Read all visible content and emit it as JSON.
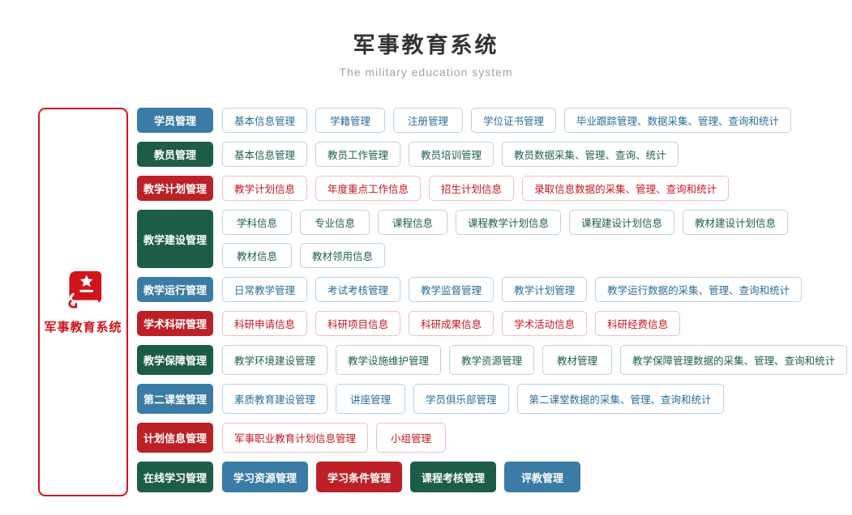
{
  "header": {
    "title": "军事教育系统",
    "subtitle": "The military education system"
  },
  "root": {
    "label": "军事教育系统",
    "icon": "book-star-icon",
    "color": "#d2131c"
  },
  "palette": {
    "blue": {
      "solid": "#3a7ca5",
      "text": "#2c6e98",
      "border": "#bcd4e4"
    },
    "green": {
      "solid": "#1d5c49",
      "text": "#20604c",
      "border": "#c2d6cf"
    },
    "red": {
      "solid": "#bd2026",
      "text": "#c8161d",
      "border": "#f2bfbf"
    }
  },
  "rows": [
    {
      "category": {
        "label": "学员管理",
        "color": "blue"
      },
      "items": [
        {
          "label": "基本信息管理",
          "color": "blue",
          "variant": "outline"
        },
        {
          "label": "学籍管理",
          "color": "blue",
          "variant": "outline"
        },
        {
          "label": "注册管理",
          "color": "blue",
          "variant": "outline"
        },
        {
          "label": "学位证书管理",
          "color": "blue",
          "variant": "outline"
        },
        {
          "label": "毕业跟踪管理、数据采集、管理、查询和统计",
          "color": "blue",
          "variant": "outline"
        }
      ]
    },
    {
      "category": {
        "label": "教员管理",
        "color": "green"
      },
      "items": [
        {
          "label": "基本信息管理",
          "color": "green",
          "variant": "outline"
        },
        {
          "label": "教员工作管理",
          "color": "green",
          "variant": "outline"
        },
        {
          "label": "教员培训管理",
          "color": "green",
          "variant": "outline"
        },
        {
          "label": "教员数据采集、管理、查询、统计",
          "color": "green",
          "variant": "outline"
        }
      ]
    },
    {
      "category": {
        "label": "教学计划管理",
        "color": "red"
      },
      "items": [
        {
          "label": "教学计划信息",
          "color": "red",
          "variant": "outline"
        },
        {
          "label": "年度重点工作信息",
          "color": "red",
          "variant": "outline"
        },
        {
          "label": "招生计划信息",
          "color": "red",
          "variant": "outline"
        },
        {
          "label": "录取信息数据的采集、管理、查询和统计",
          "color": "red",
          "variant": "outline"
        }
      ]
    },
    {
      "category": {
        "label": "教学建设管理",
        "color": "green"
      },
      "items": [
        {
          "label": "学科信息",
          "color": "green",
          "variant": "outline"
        },
        {
          "label": "专业信息",
          "color": "green",
          "variant": "outline"
        },
        {
          "label": "课程信息",
          "color": "green",
          "variant": "outline"
        },
        {
          "label": "课程教学计划信息",
          "color": "green",
          "variant": "outline"
        },
        {
          "label": "课程建设计划信息",
          "color": "green",
          "variant": "outline"
        },
        {
          "label": "教材建设计划信息",
          "color": "green",
          "variant": "outline"
        },
        {
          "label": "教材信息",
          "color": "green",
          "variant": "outline"
        },
        {
          "label": "教材领用信息",
          "color": "green",
          "variant": "outline"
        }
      ]
    },
    {
      "category": {
        "label": "教学运行管理",
        "color": "blue"
      },
      "items": [
        {
          "label": "日常教学管理",
          "color": "blue",
          "variant": "outline"
        },
        {
          "label": "考试考核管理",
          "color": "blue",
          "variant": "outline"
        },
        {
          "label": "教学监督管理",
          "color": "blue",
          "variant": "outline"
        },
        {
          "label": "教学计划管理",
          "color": "blue",
          "variant": "outline"
        },
        {
          "label": "教学运行数据的采集、管理、查询和统计",
          "color": "blue",
          "variant": "outline"
        }
      ]
    },
    {
      "category": {
        "label": "学术科研管理",
        "color": "red"
      },
      "items": [
        {
          "label": "科研申请信息",
          "color": "red",
          "variant": "outline"
        },
        {
          "label": "科研项目信息",
          "color": "red",
          "variant": "outline"
        },
        {
          "label": "科研成果信息",
          "color": "red",
          "variant": "outline"
        },
        {
          "label": "学术活动信息",
          "color": "red",
          "variant": "outline"
        },
        {
          "label": "科研经费信息",
          "color": "red",
          "variant": "outline"
        }
      ]
    },
    {
      "category": {
        "label": "教学保障管理",
        "color": "green"
      },
      "items": [
        {
          "label": "教学环境建设管理",
          "color": "green",
          "variant": "outline"
        },
        {
          "label": "教学设施维护管理",
          "color": "green",
          "variant": "outline"
        },
        {
          "label": "教学资源管理",
          "color": "green",
          "variant": "outline"
        },
        {
          "label": "教材管理",
          "color": "green",
          "variant": "outline"
        },
        {
          "label": "教学保障管理数据的采集、管理、查询和统计",
          "color": "green",
          "variant": "outline"
        }
      ]
    },
    {
      "category": {
        "label": "第二课堂管理",
        "color": "blue"
      },
      "items": [
        {
          "label": "素质教育建设管理",
          "color": "blue",
          "variant": "outline"
        },
        {
          "label": "讲座管理",
          "color": "blue",
          "variant": "outline"
        },
        {
          "label": "学员俱乐部管理",
          "color": "blue",
          "variant": "outline"
        },
        {
          "label": "第二课堂数据的采集、管理、查询和统计",
          "color": "blue",
          "variant": "outline"
        }
      ]
    },
    {
      "category": {
        "label": "计划信息管理",
        "color": "red"
      },
      "items": [
        {
          "label": "军事职业教育计划信息管理",
          "color": "red",
          "variant": "outline"
        },
        {
          "label": "小组管理",
          "color": "red",
          "variant": "outline"
        }
      ]
    },
    {
      "category": {
        "label": "在线学习管理",
        "color": "green"
      },
      "items": [
        {
          "label": "学习资源管理",
          "color": "blue",
          "variant": "solid"
        },
        {
          "label": "学习条件管理",
          "color": "red",
          "variant": "solid"
        },
        {
          "label": "课程考核管理",
          "color": "green",
          "variant": "solid"
        },
        {
          "label": "评教管理",
          "color": "blue",
          "variant": "solid"
        }
      ]
    }
  ]
}
